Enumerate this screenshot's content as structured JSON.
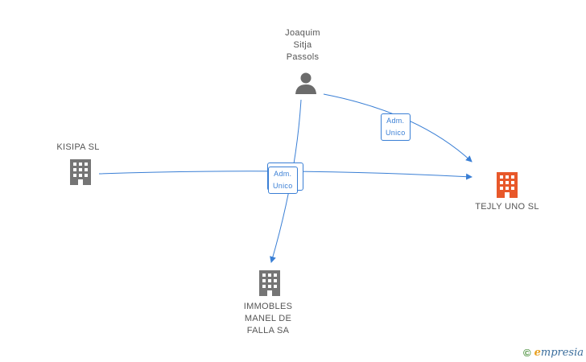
{
  "nodes": {
    "person": {
      "lines": [
        "Joaquim",
        "Sitja",
        "Passols"
      ]
    },
    "kisipa": {
      "lines": [
        "KISIPA SL"
      ]
    },
    "tejly": {
      "lines": [
        "TEJLY UNO SL"
      ]
    },
    "immobles": {
      "lines": [
        "IMMOBLES",
        "MANEL DE",
        "FALLA SA"
      ]
    }
  },
  "edges": {
    "person_to_tejly": {
      "lines": [
        "Adm.",
        "Unico"
      ]
    },
    "center": {
      "lines": [
        "Adm.",
        "Unico"
      ]
    }
  },
  "brand": {
    "copyright": "©",
    "e": "e",
    "rest": "mpresia"
  },
  "colors": {
    "edge": "#3a7fd5",
    "building": "#757575",
    "building_highlight": "#e8582a",
    "person": "#6b6b6b"
  }
}
